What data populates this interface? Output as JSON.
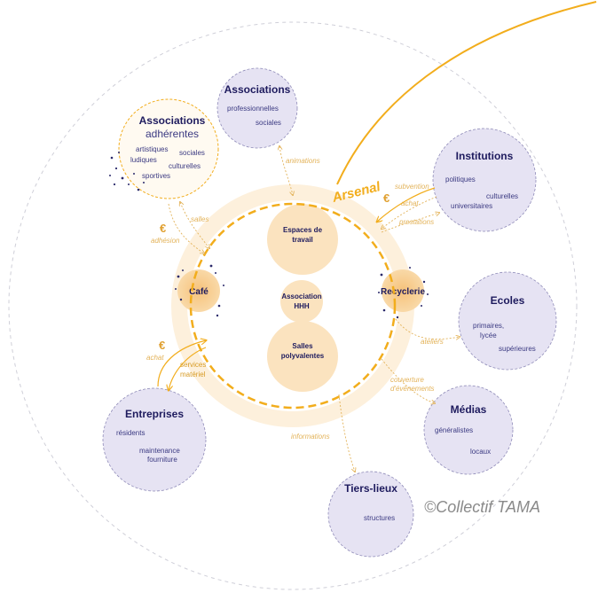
{
  "center": {
    "title": "Arsenal",
    "spaces": [
      {
        "line1": "Espaces de",
        "line2": "travail"
      },
      {
        "line1": "Association",
        "line2": "HHH"
      },
      {
        "line1": "Salles",
        "line2": "polyvalentes"
      }
    ],
    "cafe": "Café",
    "recyclerie": "Recyclerie"
  },
  "partners": {
    "associations": {
      "title": "Associations",
      "items": [
        "professionnelles",
        "sociales"
      ]
    },
    "adherentes": {
      "title1": "Associations",
      "title2": "adhérentes",
      "items": [
        "artistiques",
        "sociales",
        "ludiques",
        "culturelles",
        "sportives"
      ]
    },
    "institutions": {
      "title": "Institutions",
      "items": [
        "politiques",
        "culturelles",
        "universitaires"
      ]
    },
    "ecoles": {
      "title": "Ecoles",
      "items": [
        "primaires,",
        "lycée",
        "supérieures"
      ]
    },
    "medias": {
      "title": "Médias",
      "items": [
        "généralistes",
        "locaux"
      ]
    },
    "tierslieux": {
      "title": "Tiers-lieux",
      "items": [
        "structures"
      ]
    },
    "entreprises": {
      "title": "Entreprises",
      "items": [
        "résidents",
        "maintenance",
        "fourniture"
      ]
    }
  },
  "flows": {
    "animations": "animations",
    "salles": "salles",
    "adhesion": "adhésion",
    "subvention": "subvention",
    "achat_inst": "achat",
    "prestations": "prestations",
    "ateliers": "ateliers",
    "couverture1": "couverture",
    "couverture2": "d'évènements",
    "informations": "informations",
    "achat_ent": "achat",
    "services": "services",
    "materiel": "matériel",
    "euro": "€"
  },
  "credit": "©Collectif TAMA",
  "colors": {
    "orange": "#f2ad1c",
    "peach": "#fbe3bf",
    "lavender": "#e6e3f3",
    "navy": "#1e1b5e"
  }
}
